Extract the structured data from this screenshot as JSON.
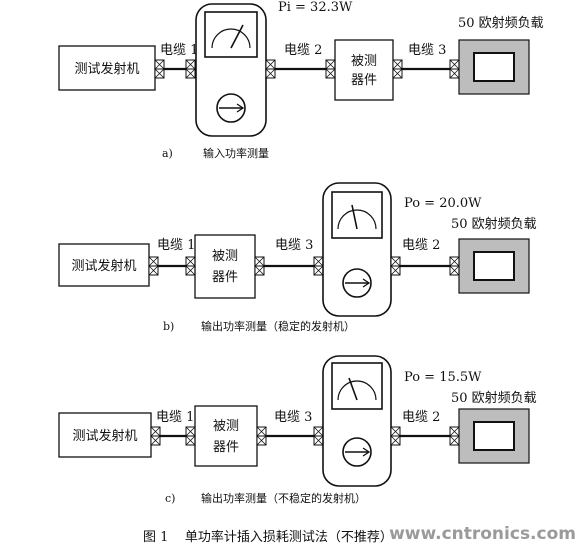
{
  "diagrams": [
    {
      "transmitter": "测试发射机",
      "dut": "",
      "cables": [
        "电缆 1",
        "电缆 2",
        "电缆 3"
      ],
      "reading": "Pi = 32.3W",
      "load": "50 欧射频负载",
      "caption_letter": "a)",
      "caption": "输入功率测量"
    },
    {
      "transmitter": "测试发射机",
      "dut": "被测器件",
      "cables": [
        "电缆 1",
        "电缆 3",
        "电缆 2"
      ],
      "reading": "Po = 20.0W",
      "load": "50 欧射频负载",
      "caption_letter": "b)",
      "caption": "输出功率测量（稳定的发射机）"
    },
    {
      "transmitter": "测试发射机",
      "dut": "被测器件",
      "cables": [
        "电缆 1",
        "电缆 3",
        "电缆 2"
      ],
      "reading": "Po = 15.5W",
      "load": "50 欧射频负载",
      "caption_letter": "c)",
      "caption": "输出功率测量（不稳定的发射机）"
    }
  ],
  "diagram_a_dut_line1": "被测",
  "diagram_a_dut_line2": "器件",
  "dut_line1": "被测",
  "dut_line2": "器件",
  "figure_caption": "图 1    单功率计插入损耗测试法（不推荐）",
  "watermark": "www.cntronics.com"
}
